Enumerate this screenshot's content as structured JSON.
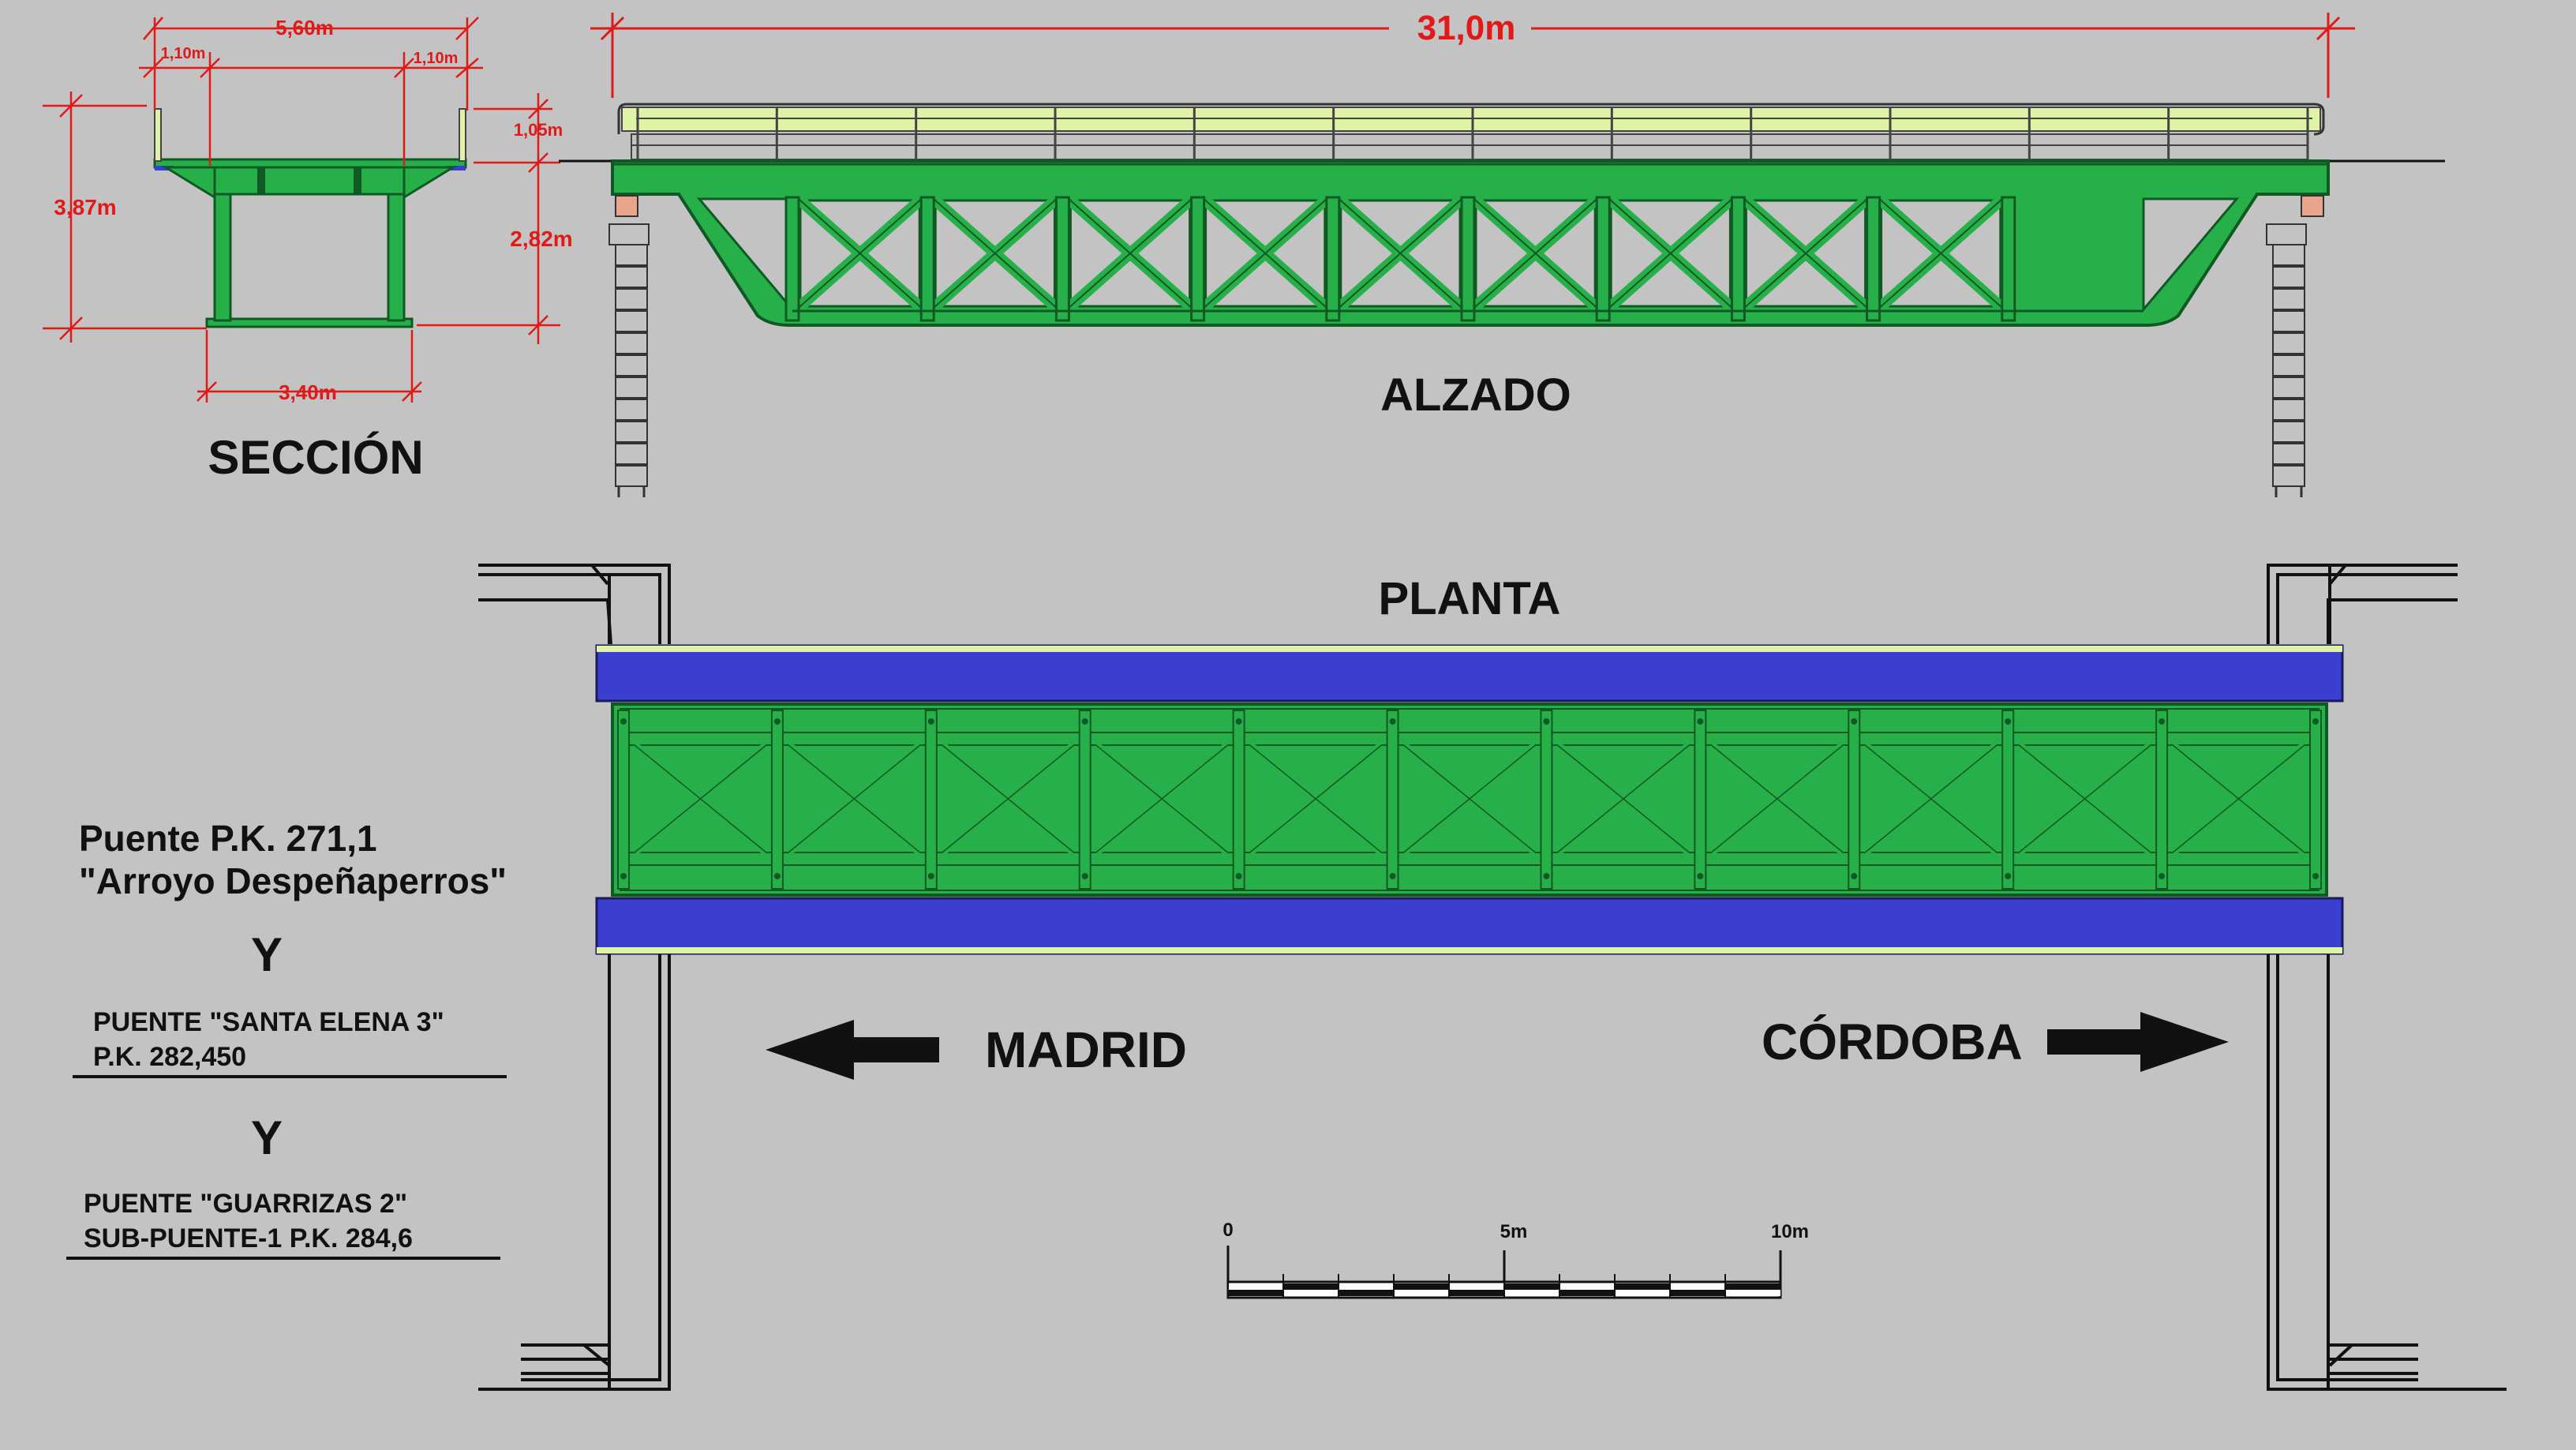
{
  "views": {
    "section_title": "SECCIÓN",
    "elevation_title": "ALZADO",
    "plan_title": "PLANTA"
  },
  "dimensions": {
    "overall_length": "31,0m",
    "section_width": "5,60m",
    "cantilever_left": "1,10m",
    "cantilever_right": "1,10m",
    "total_height": "3,87m",
    "railing_height": "1,05m",
    "truss_height": "2,82m",
    "base_width": "3,40m"
  },
  "legend": {
    "bridge1_line1": "Puente P.K. 271,1",
    "bridge1_line2": "\"Arroyo Despeñaperros\"",
    "and1": "Y",
    "bridge2_line1": "PUENTE \"SANTA ELENA 3\"",
    "bridge2_line2": "P.K. 282,450",
    "and2": "Y",
    "bridge3_line1": "PUENTE \"GUARRIZAS 2\"",
    "bridge3_line2": "SUB-PUENTE-1  P.K. 284,6"
  },
  "directions": {
    "left": "MADRID",
    "right": "CÓRDOBA"
  },
  "scale_bar": {
    "label_0": "0",
    "label_5": "5m",
    "label_10": "10m",
    "segments": 10
  },
  "truss": {
    "panels": 10
  },
  "colors": {
    "background": "#c3c3c3",
    "steel": "#27b04a",
    "steel_dark": "#0f5a22",
    "railing": "#dff2a6",
    "deck_blue": "#3a3fd0",
    "dimension": "#e01919",
    "ink": "#111111"
  }
}
